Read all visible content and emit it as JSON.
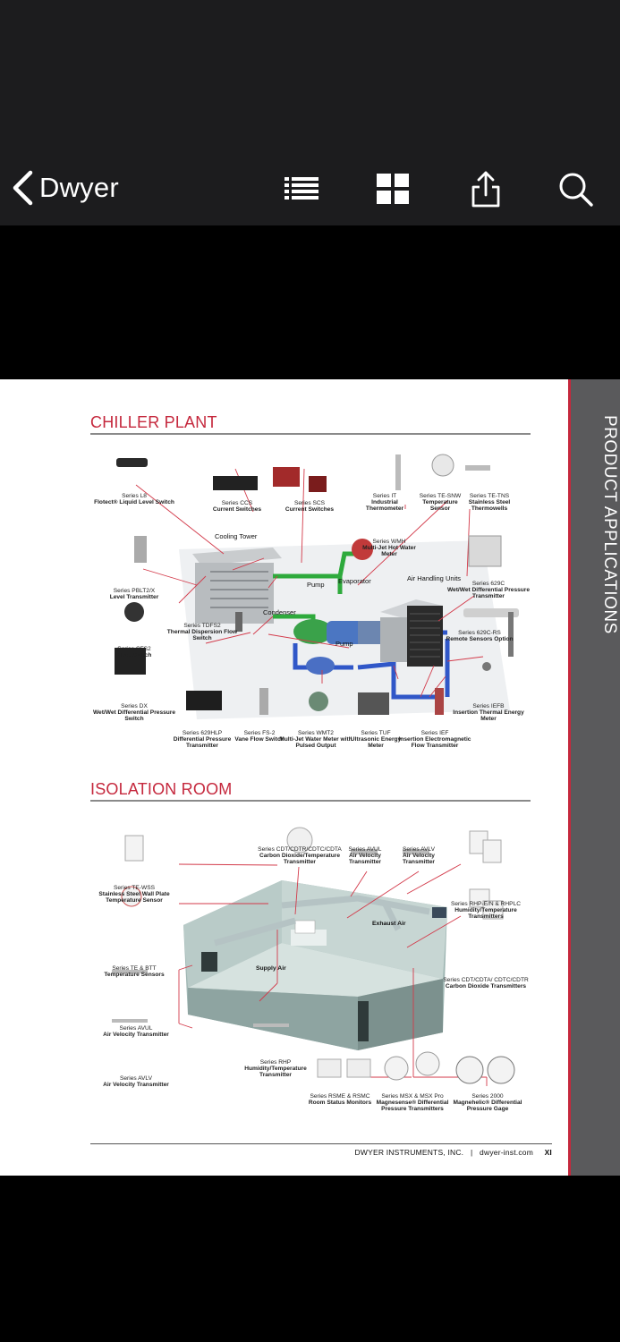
{
  "nav": {
    "back_label": "Dwyer",
    "icons": [
      "chevron-left-icon",
      "list-icon",
      "grid-icon",
      "share-icon",
      "search-icon"
    ]
  },
  "page": {
    "side_tab": "PRODUCT APPLICATIONS",
    "chiller": {
      "title": "CHILLER PLANT",
      "diagram_labels": {
        "cooling_tower": "Cooling Tower",
        "pump_top": "Pump",
        "evaporator": "Evaporator",
        "air_handling": "Air Handling Units",
        "condenser": "Condenser",
        "pump_bottom": "Pump"
      },
      "products": [
        {
          "series": "Series L8",
          "name": "Flotect® Liquid Level Switch"
        },
        {
          "series": "Series CCS",
          "name": "Current Switches"
        },
        {
          "series": "Series SCS",
          "name": "Current Switches"
        },
        {
          "series": "Series IT",
          "name": "Industrial Thermometer"
        },
        {
          "series": "Series TE-SNW",
          "name": "Temperature Sensor"
        },
        {
          "series": "Series TE-TNS",
          "name": "Stainless Steel Thermowells"
        },
        {
          "series": "Series WMH",
          "name": "Multi-Jet Hot Water Meter"
        },
        {
          "series": "Series PBLT2/X",
          "name": "Level Transmitter"
        },
        {
          "series": "Series 629C",
          "name": "Wet/Wet Differential Pressure Transmitter"
        },
        {
          "series": "Series TDFS2",
          "name": "Thermal Dispersion Flow Switch"
        },
        {
          "series": "Series 629C-RS",
          "name": "Remote Sensors Option"
        },
        {
          "series": "Series CFS2",
          "name": "Float Switch"
        },
        {
          "series": "Series DX",
          "name": "Wet/Wet Differential Pressure Switch"
        },
        {
          "series": "Series IEFB",
          "name": "Insertion Thermal Energy Meter"
        },
        {
          "series": "Series 629HLP",
          "name": "Differential Pressure Transmitter"
        },
        {
          "series": "Series FS-2",
          "name": "Vane Flow Switch"
        },
        {
          "series": "Series WMT2",
          "name": "Multi-Jet Water Meter with Pulsed Output"
        },
        {
          "series": "Series TUF",
          "name": "Ultrasonic Energy Meter"
        },
        {
          "series": "Series IEF",
          "name": "Insertion Electromagnetic Flow Transmitter"
        }
      ]
    },
    "isolation": {
      "title": "ISOLATION ROOM",
      "diagram_labels": {
        "exhaust_air": "Exhaust Air",
        "supply_air": "Supply Air"
      },
      "products": [
        {
          "series": "Series CDT/CDTR/CDTC/CDTA",
          "name": "Carbon Dioxide/Temperature Transmitter"
        },
        {
          "series": "Series AVUL",
          "name": "Air Velocity Transmitter"
        },
        {
          "series": "Series AVLV",
          "name": "Air Velocity Transmitter"
        },
        {
          "series": "Series TE-WSS",
          "name": "Stainless Steel Wall Plate Temperature Sensor"
        },
        {
          "series": "Series RHP-E/N & RHPLC",
          "name": "Humidity/Temperature Transmitters"
        },
        {
          "series": "Series TE & BTT",
          "name": "Temperature Sensors"
        },
        {
          "series": "Series CDT/CDTA/ CDTC/CDTR",
          "name": "Carbon Dioxide Transmitters"
        },
        {
          "series": "Series AVUL",
          "name": "Air Velocity Transmitter"
        },
        {
          "series": "Series AVLV",
          "name": "Air Velocity Transmitter"
        },
        {
          "series": "Series RHP",
          "name": "Humidity/Temperature Transmitter"
        },
        {
          "series": "Series RSME & RSMC",
          "name": "Room Status Monitors"
        },
        {
          "series": "Series MSX & MSX Pro",
          "name": "Magnesense® Differential Pressure Transmitters"
        },
        {
          "series": "Series 2000",
          "name": "Magnehelic® Differential Pressure Gage"
        }
      ]
    },
    "footer": {
      "company": "DWYER INSTRUMENTS, INC.",
      "separator": "|",
      "website": "dwyer-inst.com",
      "page_number": "XI"
    }
  }
}
